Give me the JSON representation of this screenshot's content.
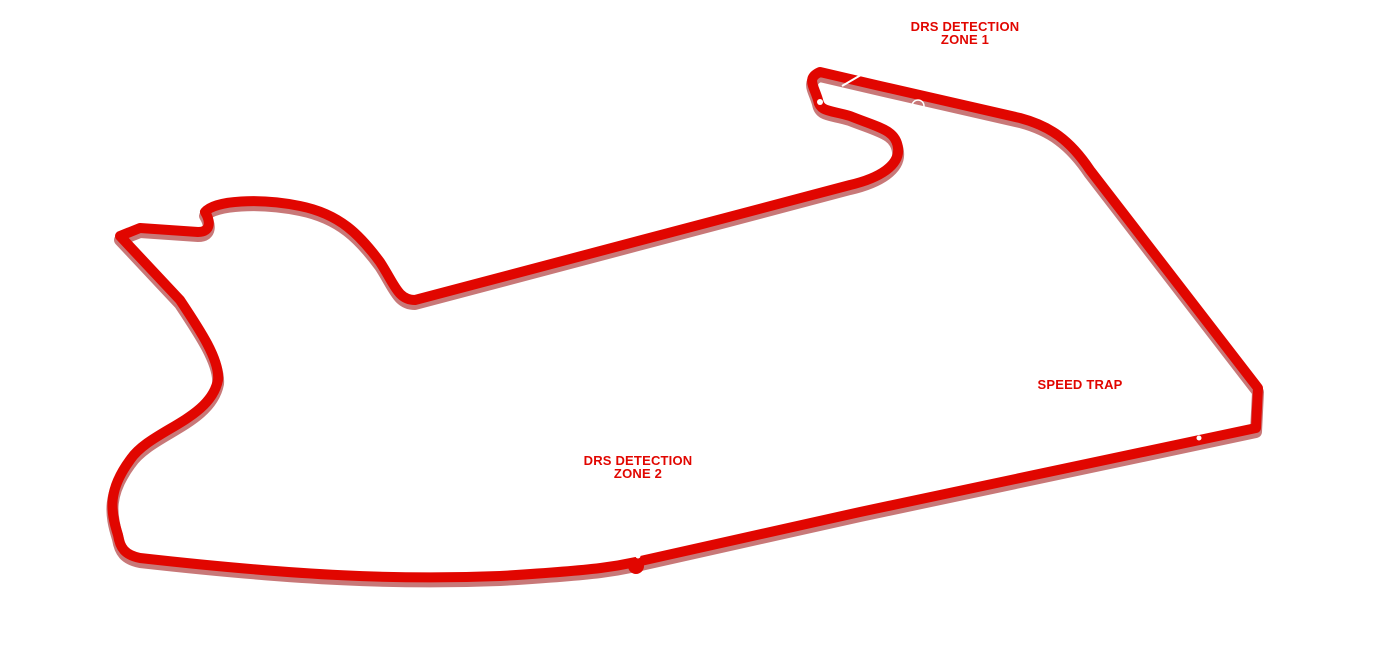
{
  "circuit": {
    "track_color": "#e10600",
    "track_shadow_color": "#9b0a0a",
    "marker_color": "#ffffff"
  },
  "labels": {
    "drs_zone_1": {
      "line1": "DRS DETECTION",
      "line2": "ZONE 1"
    },
    "drs_zone_2": {
      "line1": "DRS DETECTION",
      "line2": "ZONE 2"
    },
    "speed_trap": "SPEED TRAP"
  }
}
